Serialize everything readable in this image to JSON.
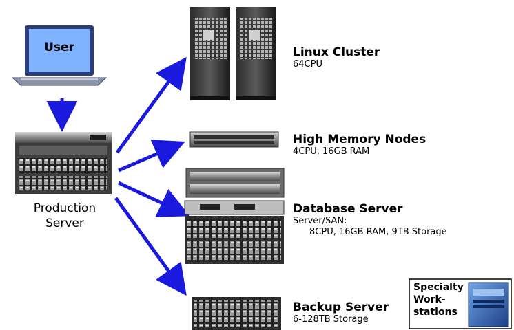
{
  "user_label": "User",
  "production": {
    "line1": "Production",
    "line2": "Server"
  },
  "nodes": [
    {
      "title": "Linux Cluster",
      "sub1": "64CPU",
      "sub2": ""
    },
    {
      "title": "High Memory Nodes",
      "sub1": "4CPU, 16GB RAM",
      "sub2": ""
    },
    {
      "title": "Database Server",
      "sub1": "Server/SAN:",
      "sub2": "8CPU, 16GB RAM, 9TB Storage"
    },
    {
      "title": "Backup Server",
      "sub1": "6-128TB Storage",
      "sub2": ""
    }
  ],
  "specialty": {
    "line1": "Specialty",
    "line2": "Work-",
    "line3": "stations"
  },
  "colors": {
    "arrow": "#1a1adf",
    "laptop_screen": "#7fb2ff",
    "laptop_body": "#2a3e78"
  },
  "icons": {
    "user": "laptop-icon",
    "production": "server-rack-icon",
    "cluster": "tower-server-icon",
    "high_memory": "rack-unit-icon",
    "database": "storage-array-icon",
    "backup": "backup-array-icon",
    "workstation": "workstation-tower-icon"
  }
}
